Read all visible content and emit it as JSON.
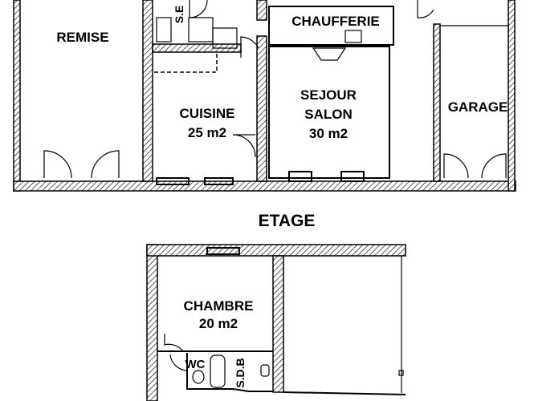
{
  "ground_floor": {
    "rooms": {
      "remise": "REMISE",
      "chaufferie": "CHAUFFERIE",
      "sejour_line1": "SEJOUR",
      "sejour_line2": "SALON",
      "sejour_area": "30 m2",
      "cuisine": "CUISINE",
      "cuisine_area": "25 m2",
      "garage": "GARAGE",
      "se": "S.E"
    }
  },
  "upper_floor": {
    "title": "ETAGE",
    "rooms": {
      "chambre": "CHAMBRE",
      "chambre_area": "20 m2",
      "wc": "WC",
      "sdb": "S.D.B"
    }
  }
}
